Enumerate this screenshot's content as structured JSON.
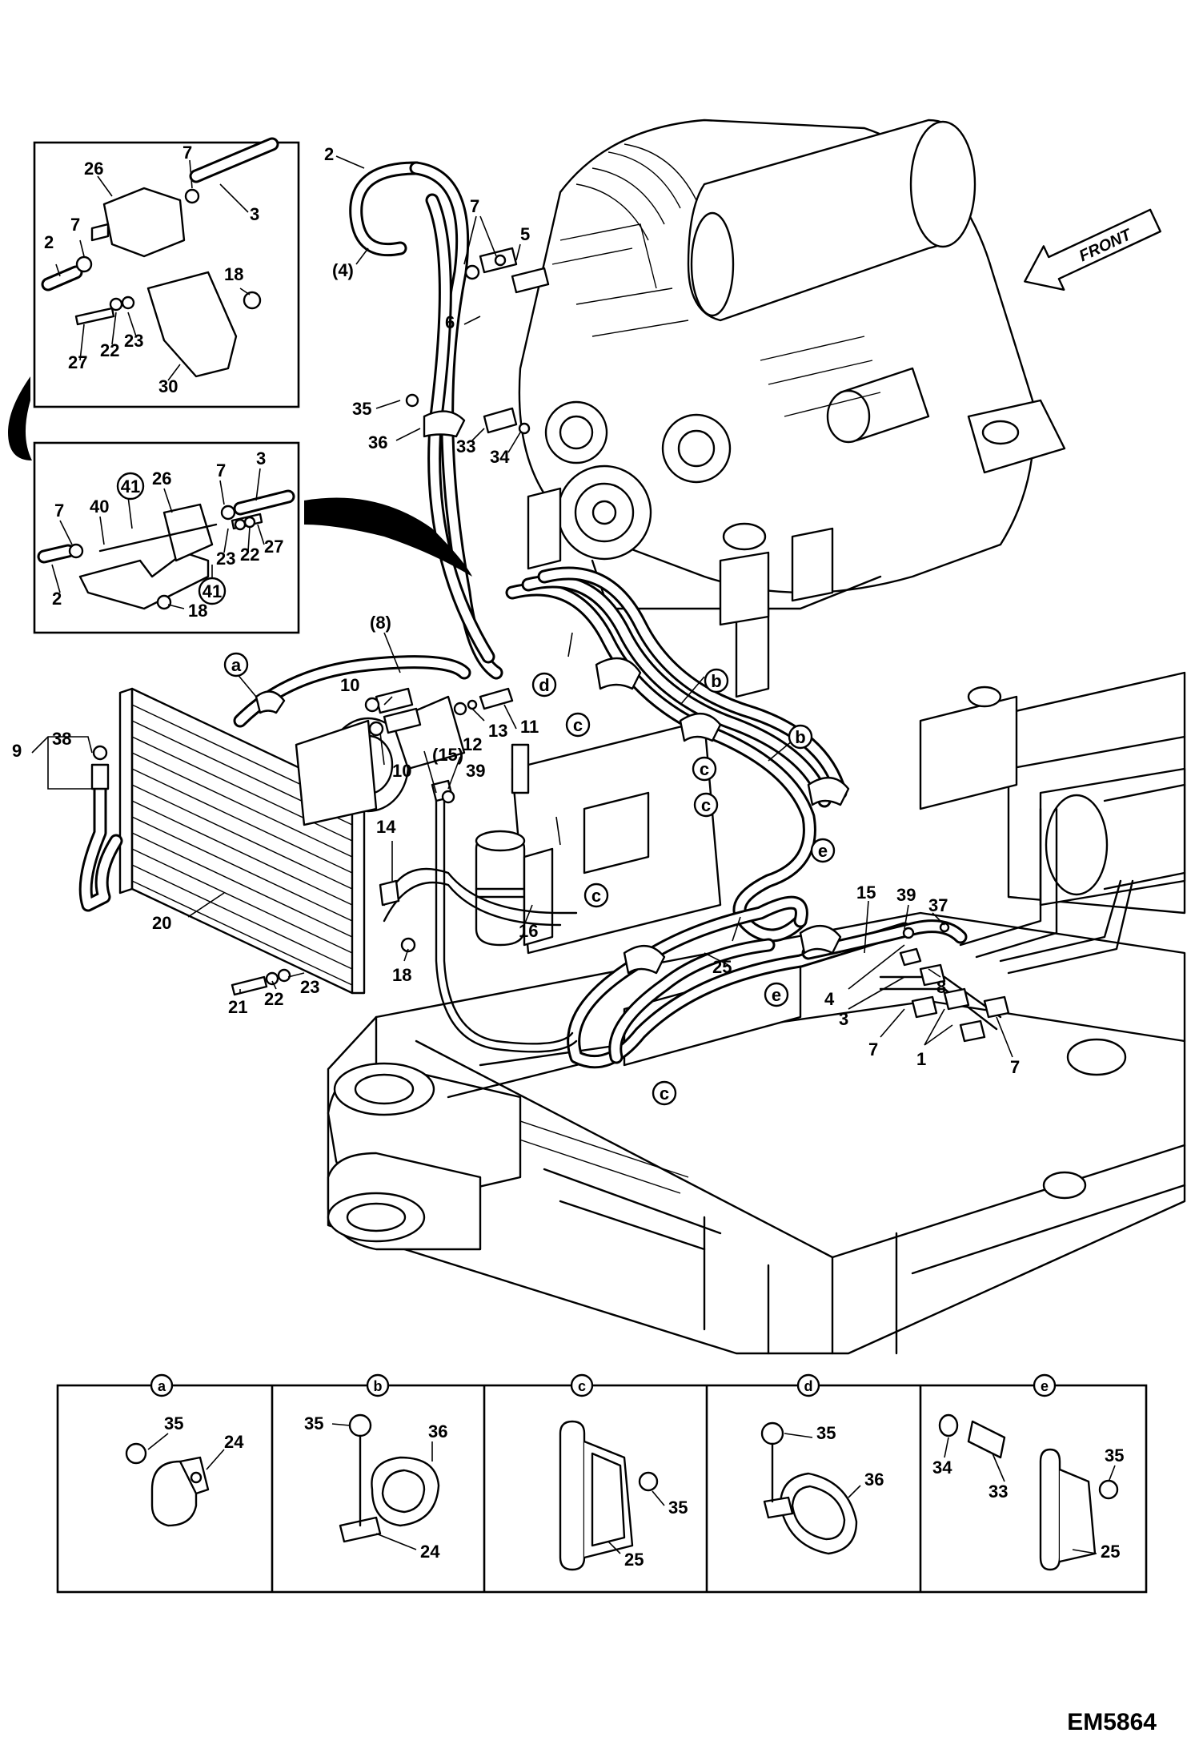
{
  "drawing": {
    "reference_code": "EM5864",
    "front_arrow_label": "FRONT"
  },
  "callouts": {
    "main": [
      {
        "id": "c2a",
        "text": "2"
      },
      {
        "id": "c4p",
        "text": "(4)"
      },
      {
        "id": "c7a",
        "text": "7"
      },
      {
        "id": "c5",
        "text": "5"
      },
      {
        "id": "c6",
        "text": "6"
      },
      {
        "id": "c35a",
        "text": "35"
      },
      {
        "id": "c36a",
        "text": "36"
      },
      {
        "id": "c33a",
        "text": "33"
      },
      {
        "id": "c34a",
        "text": "34"
      },
      {
        "id": "c8p",
        "text": "(8)"
      },
      {
        "id": "ca1",
        "text": "a"
      },
      {
        "id": "cd1",
        "text": "d"
      },
      {
        "id": "cb1",
        "text": "b"
      },
      {
        "id": "cc1",
        "text": "c"
      },
      {
        "id": "cb2",
        "text": "b"
      },
      {
        "id": "cc2",
        "text": "c"
      },
      {
        "id": "cc3",
        "text": "c"
      },
      {
        "id": "ce1",
        "text": "e"
      },
      {
        "id": "cc4",
        "text": "c"
      },
      {
        "id": "ce2",
        "text": "e"
      },
      {
        "id": "cc5",
        "text": "c"
      },
      {
        "id": "c10a",
        "text": "10"
      },
      {
        "id": "c10b",
        "text": "10"
      },
      {
        "id": "c12",
        "text": "12"
      },
      {
        "id": "c13",
        "text": "13"
      },
      {
        "id": "c11",
        "text": "11"
      },
      {
        "id": "c15p",
        "text": "(15)"
      },
      {
        "id": "c39a",
        "text": "39"
      },
      {
        "id": "c9",
        "text": "9"
      },
      {
        "id": "c38",
        "text": "38"
      },
      {
        "id": "c14",
        "text": "14"
      },
      {
        "id": "c20",
        "text": "20"
      },
      {
        "id": "c16",
        "text": "16"
      },
      {
        "id": "c18a",
        "text": "18"
      },
      {
        "id": "c21",
        "text": "21"
      },
      {
        "id": "c22a",
        "text": "22"
      },
      {
        "id": "c23a",
        "text": "23"
      },
      {
        "id": "c15",
        "text": "15"
      },
      {
        "id": "c39b",
        "text": "39"
      },
      {
        "id": "c37",
        "text": "37"
      },
      {
        "id": "c25a",
        "text": "25"
      },
      {
        "id": "c4",
        "text": "4"
      },
      {
        "id": "c8",
        "text": "8"
      },
      {
        "id": "c3",
        "text": "3"
      },
      {
        "id": "c7b",
        "text": "7"
      },
      {
        "id": "c1",
        "text": "1"
      },
      {
        "id": "c7c",
        "text": "7"
      }
    ],
    "inset_top": [
      {
        "id": "i26",
        "text": "26"
      },
      {
        "id": "i7a",
        "text": "7"
      },
      {
        "id": "i3",
        "text": "3"
      },
      {
        "id": "i7b",
        "text": "7"
      },
      {
        "id": "i2",
        "text": "2"
      },
      {
        "id": "i18",
        "text": "18"
      },
      {
        "id": "i27",
        "text": "27"
      },
      {
        "id": "i22",
        "text": "22"
      },
      {
        "id": "i23",
        "text": "23"
      },
      {
        "id": "i30",
        "text": "30"
      }
    ],
    "inset_mid": [
      {
        "id": "m7a",
        "text": "7"
      },
      {
        "id": "m40",
        "text": "40"
      },
      {
        "id": "m41a",
        "text": "41"
      },
      {
        "id": "m26",
        "text": "26"
      },
      {
        "id": "m7b",
        "text": "7"
      },
      {
        "id": "m3",
        "text": "3"
      },
      {
        "id": "m23",
        "text": "23"
      },
      {
        "id": "m22",
        "text": "22"
      },
      {
        "id": "m27",
        "text": "27"
      },
      {
        "id": "m41b",
        "text": "41"
      },
      {
        "id": "m2",
        "text": "2"
      },
      {
        "id": "m18",
        "text": "18"
      }
    ]
  },
  "details": [
    {
      "letter": "a",
      "callouts": [
        {
          "text": "35"
        },
        {
          "text": "24"
        }
      ]
    },
    {
      "letter": "b",
      "callouts": [
        {
          "text": "35"
        },
        {
          "text": "36"
        },
        {
          "text": "24"
        }
      ]
    },
    {
      "letter": "c",
      "callouts": [
        {
          "text": "35"
        },
        {
          "text": "25"
        }
      ]
    },
    {
      "letter": "d",
      "callouts": [
        {
          "text": "35"
        },
        {
          "text": "36"
        }
      ]
    },
    {
      "letter": "e",
      "callouts": [
        {
          "text": "34"
        },
        {
          "text": "33"
        },
        {
          "text": "35"
        },
        {
          "text": "25"
        }
      ]
    }
  ]
}
